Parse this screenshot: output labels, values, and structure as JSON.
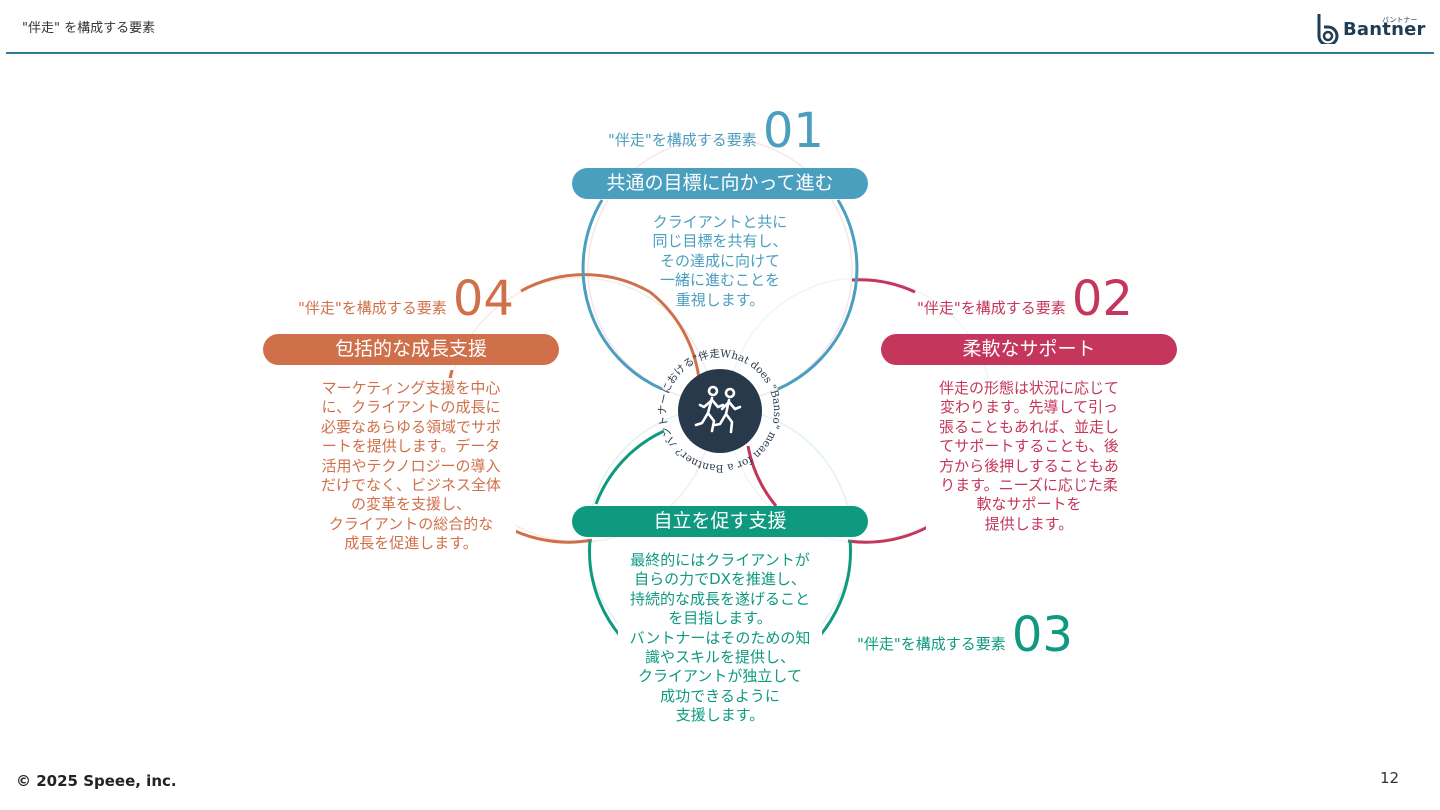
{
  "header": {
    "title": "\"伴走\" を構成する要素",
    "logo_text": "Bantner",
    "logo_kana": "バントナー"
  },
  "colors": {
    "blue": "#4a9fbf",
    "crimson": "#c4365b",
    "green": "#0f9a80",
    "orange": "#d0704a",
    "navy": "#28394b"
  },
  "center": {
    "ring_text": "What does \"Banso\" mean for a Bantner? バントナーにおける\"伴走\"とは何か。",
    "icon": "two-runners-icon"
  },
  "elements": [
    {
      "label": "\"伴走\"を構成する要素",
      "number": "01",
      "title": "共通の目標に向かって進む",
      "lines": [
        "クライアントと共に",
        "同じ目標を共有し、",
        "その達成に向けて",
        "一緒に進むことを",
        "重視します。"
      ]
    },
    {
      "label": "\"伴走\"を構成する要素",
      "number": "02",
      "title": "柔軟なサポート",
      "lines": [
        "伴走の形態は状況に応じて",
        "変わります。先導して引っ",
        "張ることもあれば、並走し",
        "てサポートすることも、後",
        "方から後押しすることもあ",
        "ります。ニーズに応じた柔",
        "軟なサポートを",
        "提供します。"
      ]
    },
    {
      "label": "\"伴走\"を構成する要素",
      "number": "03",
      "title": "自立を促す支援",
      "lines": [
        "最終的にはクライアントが",
        "自らの力でDXを推進し、",
        "持続的な成長を遂げること",
        "を目指します。",
        "バントナーはそのための知",
        "識やスキルを提供し、",
        "クライアントが独立して",
        "成功できるように",
        "支援します。"
      ]
    },
    {
      "label": "\"伴走\"を構成する要素",
      "number": "04",
      "title": "包括的な成長支援",
      "lines": [
        "マーケティング支援を中心",
        "に、クライアントの成長に",
        "必要なあらゆる領域でサポ",
        "ートを提供します。データ",
        "活用やテクノロジーの導入",
        "だけでなく、ビジネス全体",
        "の変革を支援し、",
        "クライアントの総合的な",
        "成長を促進します。"
      ]
    }
  ],
  "footer": {
    "copyright": "© 2025 Speee, inc.",
    "page_number": "12"
  }
}
